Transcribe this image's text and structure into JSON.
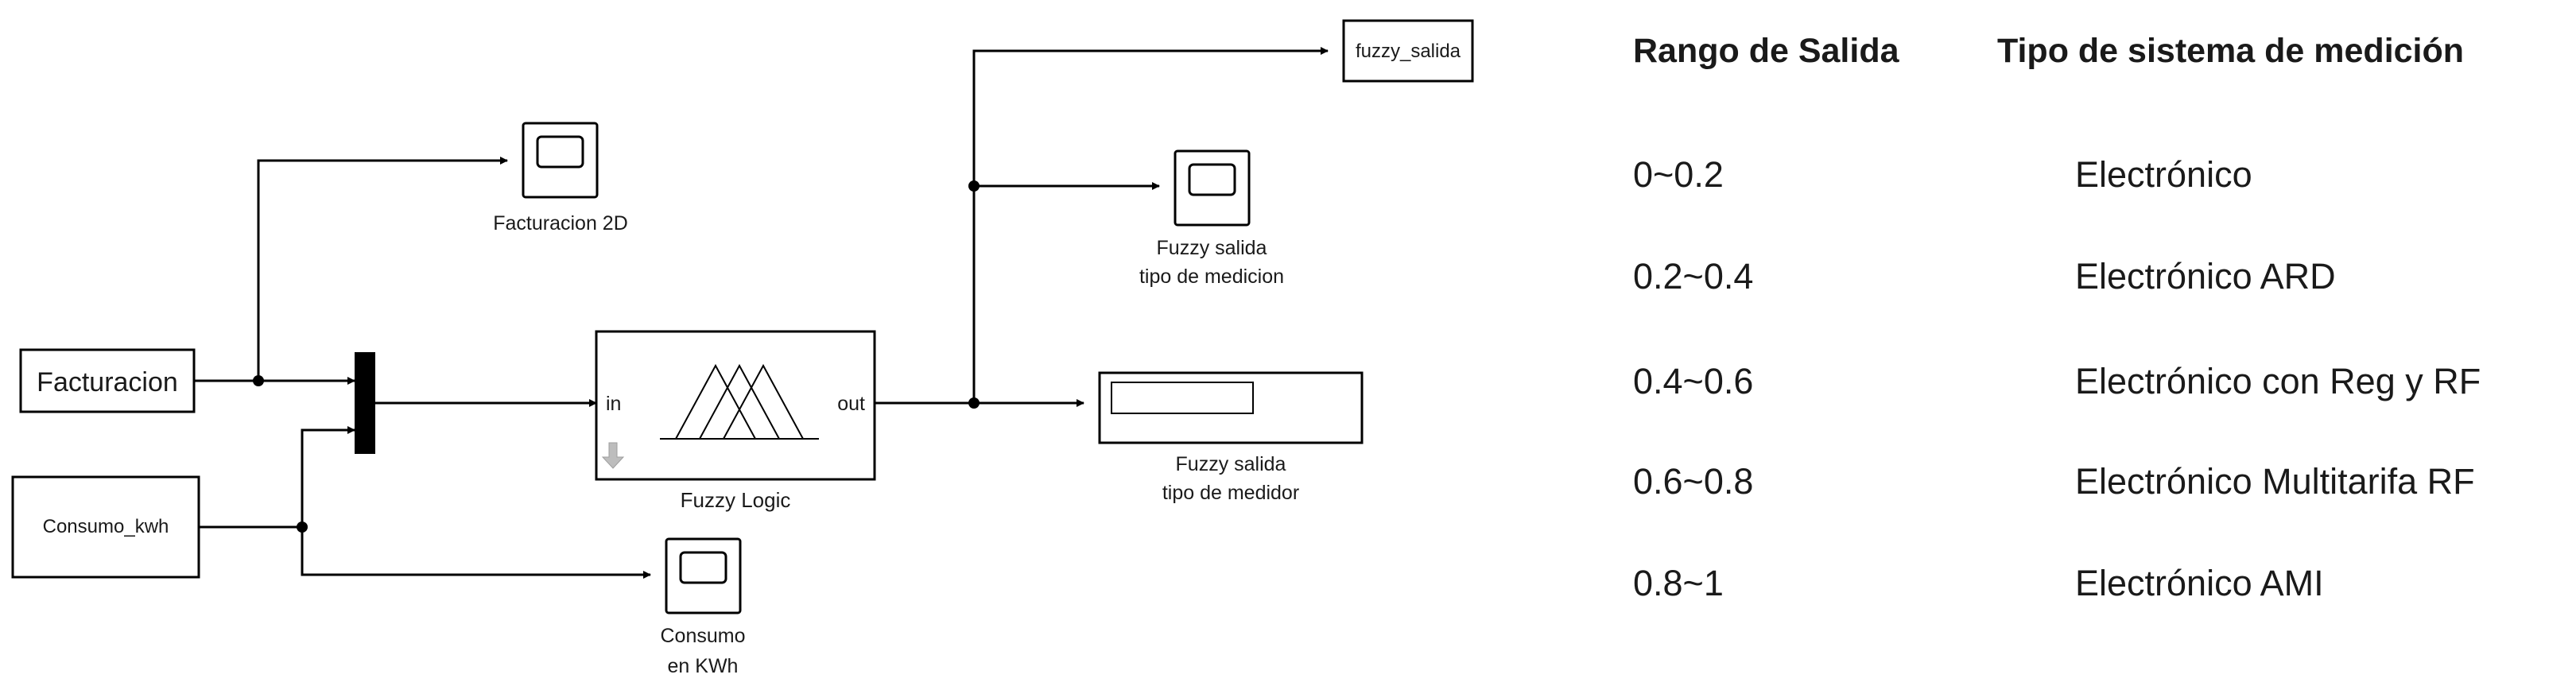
{
  "diagram": {
    "blocks": {
      "facturacion": "Facturacion",
      "consumo": "Consumo_kwh",
      "fuzzy_logic": "Fuzzy Logic",
      "port_in": "in",
      "port_out": "out",
      "fuzzy_salida": "fuzzy_salida"
    },
    "scopes": {
      "facturacion_2d": "Facturacion 2D",
      "consumo_l1": "Consumo",
      "consumo_l2": "en KWh",
      "fuzzy_med_l1": "Fuzzy salida",
      "fuzzy_med_l2": "tipo de medicion",
      "display_l1": "Fuzzy salida",
      "display_l2": "tipo de medidor"
    }
  },
  "table": {
    "headers": [
      "Rango de Salida",
      "Tipo de sistema de medición"
    ],
    "rows": [
      {
        "range": "0~0.2",
        "type": "Electrónico"
      },
      {
        "range": "0.2~0.4",
        "type": "Electrónico ARD"
      },
      {
        "range": "0.4~0.6",
        "type": "Electrónico con Reg y RF"
      },
      {
        "range": "0.6~0.8",
        "type": "Electrónico Multitarifa RF"
      },
      {
        "range": "0.8~1",
        "type": "Electrónico AMI"
      }
    ]
  }
}
